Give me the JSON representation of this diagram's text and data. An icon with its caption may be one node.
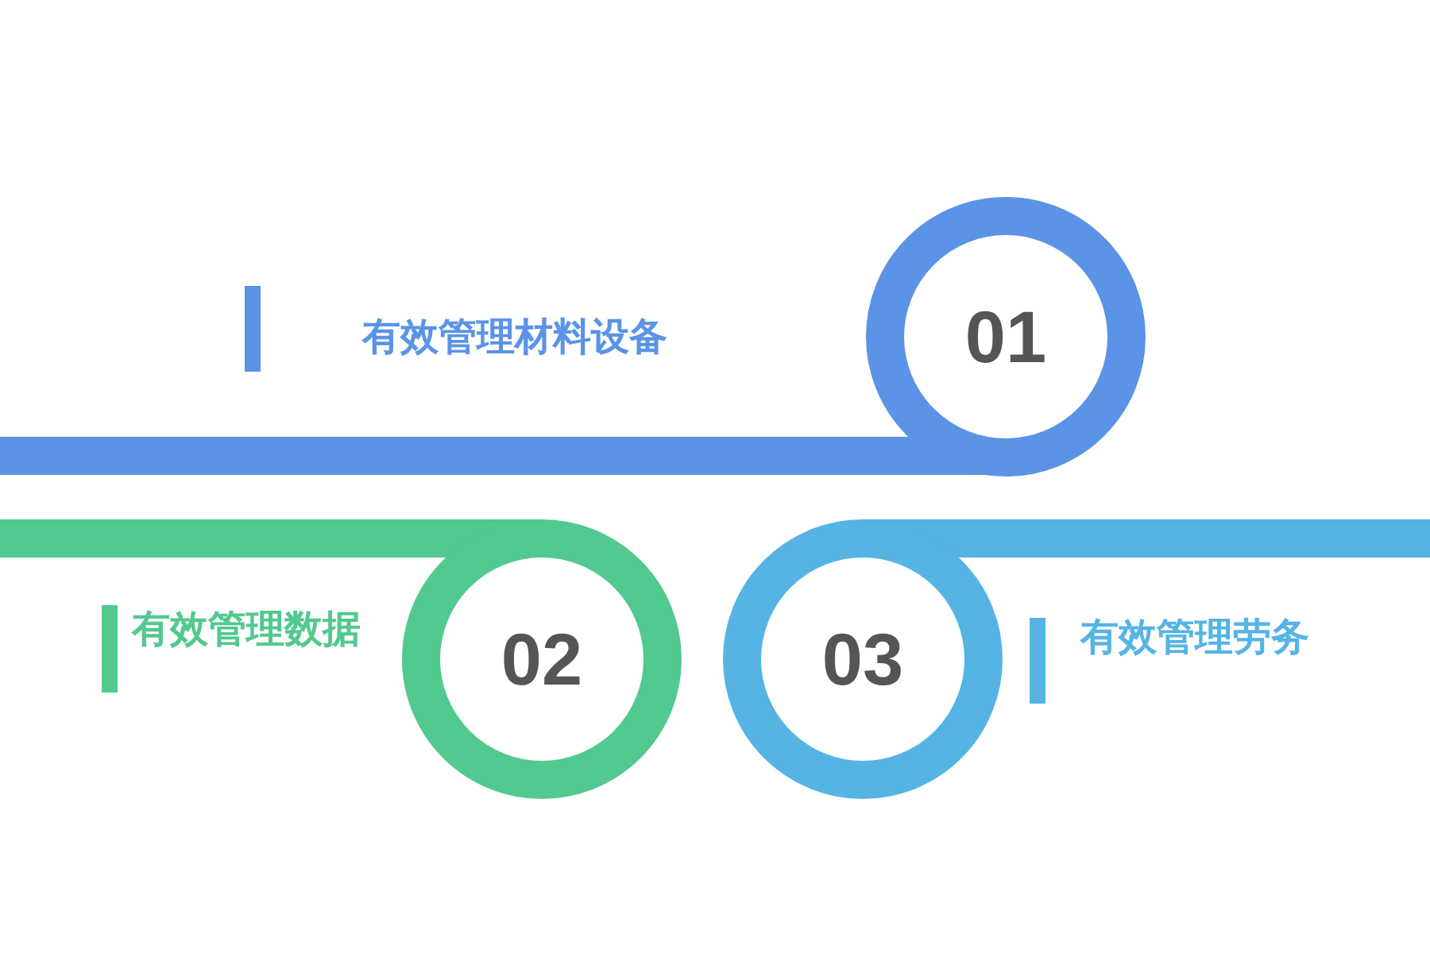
{
  "diagram": {
    "nodes": [
      {
        "text": [
          "01"
        ]
      },
      {
        "text": [
          "02"
        ]
      },
      {
        "text": [
          "03"
        ]
      }
    ],
    "labels": [
      "有效管理材料设备",
      "有效管理数据",
      "有效管理劳务"
    ]
  }
}
